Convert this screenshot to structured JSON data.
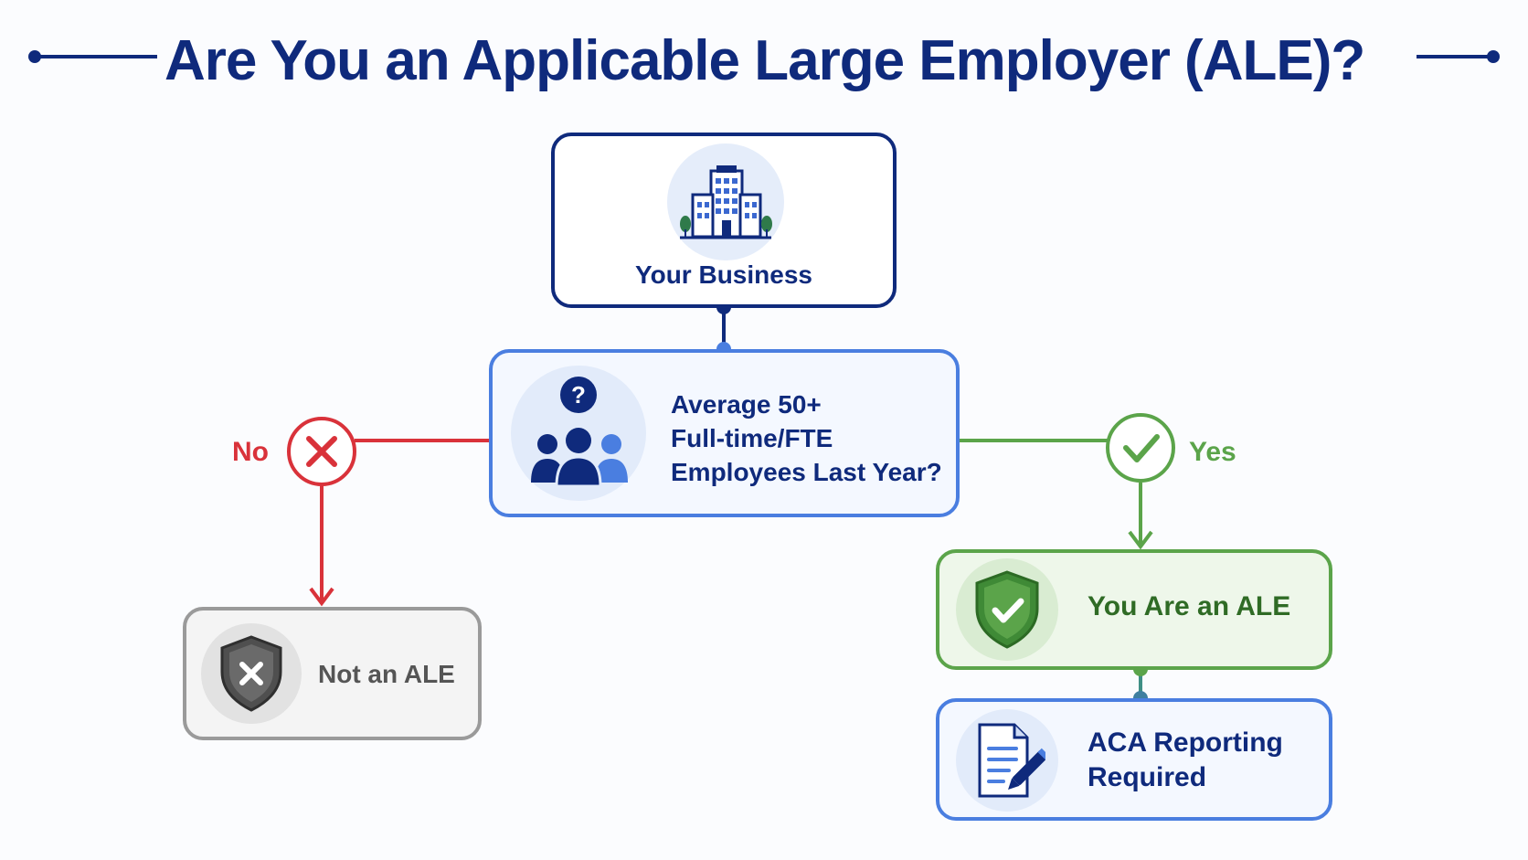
{
  "title": "Are You an Applicable Large Employer (ALE)?",
  "nodes": {
    "business": {
      "label": "Your Business",
      "icon": "building-icon"
    },
    "question": {
      "lines": [
        "Average 50+",
        "Full-time/FTE",
        "Employees Last Year?"
      ],
      "icon": "people-question-icon"
    },
    "not_ale": {
      "label": "Not an ALE",
      "icon": "shield-x-icon"
    },
    "ale": {
      "label": "You Are an ALE",
      "icon": "shield-check-icon"
    },
    "aca": {
      "lines": [
        "ACA Reporting",
        "Required"
      ],
      "icon": "document-pen-icon"
    }
  },
  "branches": {
    "no": {
      "label": "No",
      "color": "#d9323a"
    },
    "yes": {
      "label": "Yes",
      "color": "#5ba44a"
    }
  },
  "colors": {
    "navy": "#0f2a7c",
    "blue": "#4a7ee0",
    "red": "#d9323a",
    "green": "#5ba44a",
    "gray": "#9a9a9a"
  }
}
